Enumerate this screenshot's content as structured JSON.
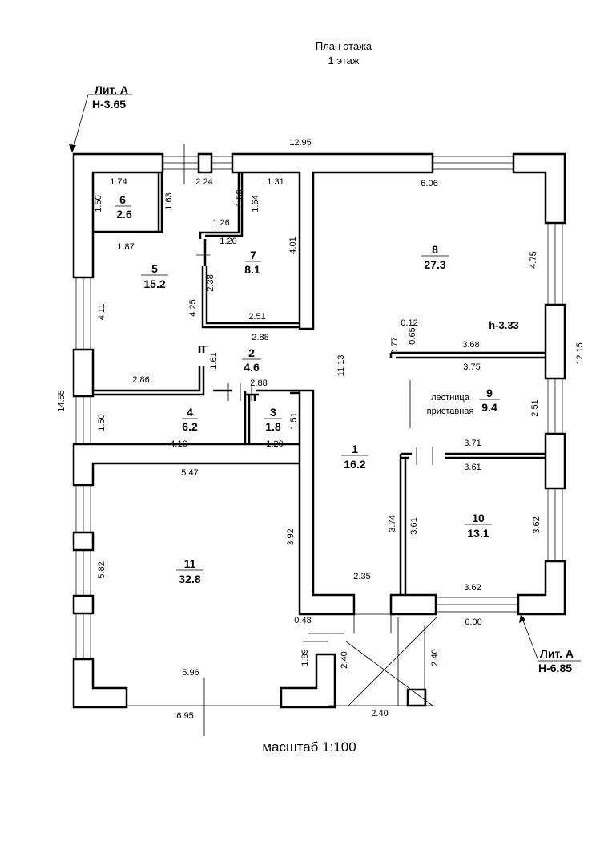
{
  "title": {
    "line1": "План этажа",
    "line2": "1 этаж"
  },
  "marks": {
    "top_left": {
      "lit": "Лит. А",
      "h": "Н-3.65"
    },
    "bottom_right": {
      "lit": "Лит. А",
      "h": "Н-6.85"
    }
  },
  "rooms": [
    {
      "num": "1",
      "area": "16.2"
    },
    {
      "num": "2",
      "area": "4.6"
    },
    {
      "num": "3",
      "area": "1.8"
    },
    {
      "num": "4",
      "area": "6.2"
    },
    {
      "num": "5",
      "area": "15.2"
    },
    {
      "num": "6",
      "area": "2.6"
    },
    {
      "num": "7",
      "area": "8.1"
    },
    {
      "num": "8",
      "area": "27.3"
    },
    {
      "num": "9",
      "area": "9.4"
    },
    {
      "num": "10",
      "area": "13.1"
    },
    {
      "num": "11",
      "area": "32.8"
    }
  ],
  "stair_label": {
    "line1": "лестница",
    "line2": "приставная"
  },
  "height_label": "h-3.33",
  "scale": "масштаб 1:100",
  "dims": [
    "12.95",
    "1.74",
    "2.24",
    "1.31",
    "6.06",
    "1.50",
    "1.63",
    "1.50",
    "1.64",
    "1.26",
    "1.20",
    "1.87",
    "4.01",
    "4.75",
    "2.38",
    "4.11",
    "4.25",
    "2.51",
    "0.12",
    "0.65",
    "0.77",
    "3.68",
    "2.88",
    "1.61",
    "11.13",
    "12.15",
    "3.75",
    "2.86",
    "2.88",
    "14.55",
    "1.50",
    "1.51",
    "1.20",
    "4.16",
    "2.51",
    "3.71",
    "3.61",
    "5.47",
    "3.74",
    "3.61",
    "3.62",
    "3.92",
    "5.82",
    "2.35",
    "3.62",
    "0.48",
    "6.00",
    "1.89",
    "2.40",
    "2.40",
    "5.96",
    "6.95",
    "2.40"
  ]
}
